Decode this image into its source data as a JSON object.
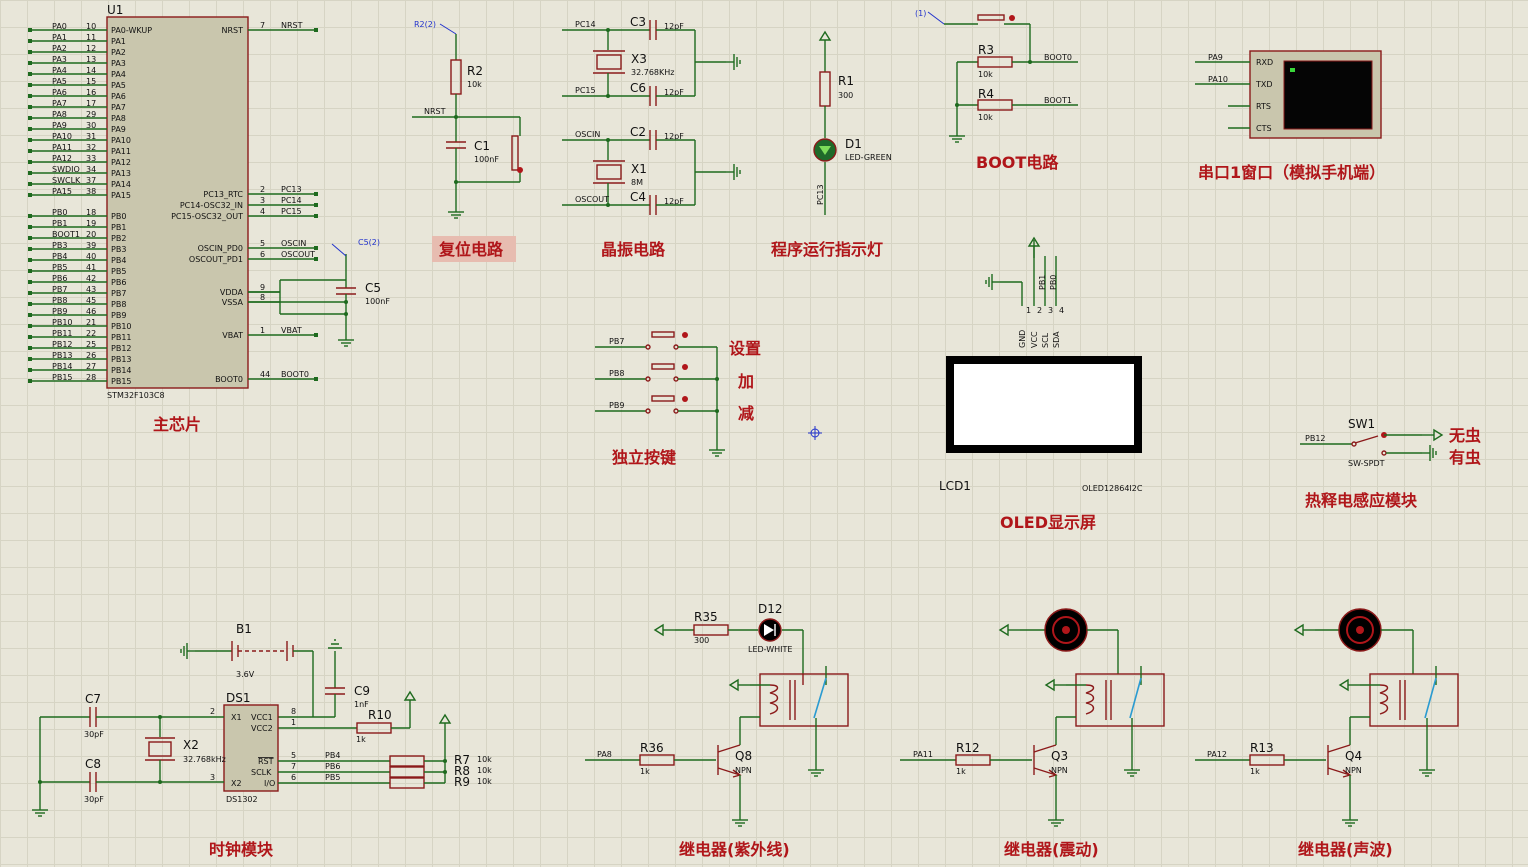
{
  "u1": {
    "ref": "U1",
    "part": "STM32F103C8",
    "left_pins": [
      {
        "net": "PA0",
        "num": "10",
        "name": "PA0-WKUP"
      },
      {
        "net": "PA1",
        "num": "11",
        "name": "PA1"
      },
      {
        "net": "PA2",
        "num": "12",
        "name": "PA2"
      },
      {
        "net": "PA3",
        "num": "13",
        "name": "PA3"
      },
      {
        "net": "PA4",
        "num": "14",
        "name": "PA4"
      },
      {
        "net": "PA5",
        "num": "15",
        "name": "PA5"
      },
      {
        "net": "PA6",
        "num": "16",
        "name": "PA6"
      },
      {
        "net": "PA7",
        "num": "17",
        "name": "PA7"
      },
      {
        "net": "PA8",
        "num": "29",
        "name": "PA8"
      },
      {
        "net": "PA9",
        "num": "30",
        "name": "PA9"
      },
      {
        "net": "PA10",
        "num": "31",
        "name": "PA10"
      },
      {
        "net": "PA11",
        "num": "32",
        "name": "PA11"
      },
      {
        "net": "PA12",
        "num": "33",
        "name": "PA12"
      },
      {
        "net": "SWDIO",
        "num": "34",
        "name": "PA13"
      },
      {
        "net": "SWCLK",
        "num": "37",
        "name": "PA14"
      },
      {
        "net": "PA15",
        "num": "38",
        "name": "PA15"
      },
      {
        "net": "PB0",
        "num": "18",
        "name": "PB0"
      },
      {
        "net": "PB1",
        "num": "19",
        "name": "PB1"
      },
      {
        "net": "BOOT1",
        "num": "20",
        "name": "PB2"
      },
      {
        "net": "PB3",
        "num": "39",
        "name": "PB3"
      },
      {
        "net": "PB4",
        "num": "40",
        "name": "PB4"
      },
      {
        "net": "PB5",
        "num": "41",
        "name": "PB5"
      },
      {
        "net": "PB6",
        "num": "42",
        "name": "PB6"
      },
      {
        "net": "PB7",
        "num": "43",
        "name": "PB7"
      },
      {
        "net": "PB8",
        "num": "45",
        "name": "PB8"
      },
      {
        "net": "PB9",
        "num": "46",
        "name": "PB9"
      },
      {
        "net": "PB10",
        "num": "21",
        "name": "PB10"
      },
      {
        "net": "PB11",
        "num": "22",
        "name": "PB11"
      },
      {
        "net": "PB12",
        "num": "25",
        "name": "PB12"
      },
      {
        "net": "PB13",
        "num": "26",
        "name": "PB13"
      },
      {
        "net": "PB14",
        "num": "27",
        "name": "PB14"
      },
      {
        "net": "PB15",
        "num": "28",
        "name": "PB15"
      }
    ],
    "right_pins": [
      {
        "name": "NRST",
        "num": "7",
        "net": "NRST"
      },
      {
        "name": "PC13_RTC",
        "num": "2",
        "net": "PC13"
      },
      {
        "name": "PC14-OSC32_IN",
        "num": "3",
        "net": "PC14"
      },
      {
        "name": "PC15-OSC32_OUT",
        "num": "4",
        "net": "PC15"
      },
      {
        "name": "OSCIN_PD0",
        "num": "5",
        "net": "OSCIN"
      },
      {
        "name": "OSCOUT_PD1",
        "num": "6",
        "net": "OSCOUT"
      },
      {
        "name": "VDDA",
        "num": "9",
        "net": ""
      },
      {
        "name": "VSSA",
        "num": "8",
        "net": ""
      },
      {
        "name": "VBAT",
        "num": "1",
        "net": "VBAT"
      },
      {
        "name": "BOOT0",
        "num": "44",
        "net": "BOOT0"
      }
    ]
  },
  "titles": {
    "main_chip": "主芯片",
    "reset": "复位电路",
    "crystal": "晶振电路",
    "led_indicator": "程序运行指示灯",
    "boot": "BOOT电路",
    "uart": "串口1窗口（模拟手机端）",
    "keys": "独立按键",
    "oled": "OLED显示屏",
    "pir": "热释电感应模块",
    "clock": "时钟模块",
    "relay_uv": "继电器(紫外线)",
    "relay_vib": "继电器(震动)",
    "relay_sonic": "继电器(声波)"
  },
  "reset": {
    "probe": "R2(2)",
    "r_ref": "R2",
    "r_val": "10k",
    "c_ref": "C1",
    "c_val": "100nF",
    "net": "NRST"
  },
  "c5": {
    "probe": "C5(2)",
    "ref": "C5",
    "val": "100nF"
  },
  "crystal": {
    "c3_ref": "C3",
    "c3_val": "12pF",
    "x3_ref": "X3",
    "x3_val": "32.768KHz",
    "c6_ref": "C6",
    "c6_val": "12pF",
    "c2_ref": "C2",
    "c2_val": "12pF",
    "x1_ref": "X1",
    "x1_val": "8M",
    "c4_ref": "C4",
    "c4_val": "12pF",
    "net_pc14": "PC14",
    "net_pc15": "PC15",
    "net_oscin": "OSCIN",
    "net_oscout": "OSCOUT"
  },
  "led": {
    "r_ref": "R1",
    "r_val": "300",
    "d_ref": "D1",
    "d_val": "LED-GREEN",
    "net": "PC13"
  },
  "boot": {
    "probe": "(1)",
    "r3_ref": "R3",
    "r3_val": "10k",
    "r4_ref": "R4",
    "r4_val": "10k",
    "net0": "BOOT0",
    "net1": "BOOT1"
  },
  "uart": {
    "net_rx": "PA9",
    "net_tx": "PA10",
    "pins": [
      "RXD",
      "TXD",
      "RTS",
      "CTS"
    ]
  },
  "keys": {
    "nets": [
      "PB7",
      "PB8",
      "PB9"
    ],
    "labels": [
      "设置",
      "加",
      "减"
    ]
  },
  "oled": {
    "ref": "LCD1",
    "part": "OLED12864I2C",
    "pins": [
      "GND",
      "VCC",
      "SCL",
      "SDA"
    ],
    "pin_nums": [
      "1",
      "2",
      "3",
      "4"
    ],
    "nets": [
      "PB1",
      "PB0"
    ]
  },
  "pir": {
    "ref": "SW1",
    "part": "SW-SPDT",
    "net": "PB12",
    "label_on": "无虫",
    "label_off": "有虫"
  },
  "clock": {
    "b1_ref": "B1",
    "b1_val": "3.6V",
    "c9_ref": "C9",
    "c9_val": "1nF",
    "r10_ref": "R10",
    "r10_val": "1k",
    "c7_ref": "C7",
    "c7_val": "30pF",
    "c8_ref": "C8",
    "c8_val": "30pF",
    "x2_ref": "X2",
    "x2_val": "32.768kHz",
    "ds_ref": "DS1",
    "ds_part": "DS1302",
    "ds_pins": [
      {
        "name": "X1",
        "num": "2"
      },
      {
        "name": "X2",
        "num": "3"
      },
      {
        "name": "VCC1",
        "num": "8"
      },
      {
        "name": "VCC2",
        "num": "1"
      },
      {
        "name": "RST",
        "num": "5"
      },
      {
        "name": "SCLK",
        "num": "7"
      },
      {
        "name": "I/O",
        "num": "6"
      }
    ],
    "nets": [
      "PB4",
      "PB6",
      "PB5"
    ],
    "rs": [
      {
        "ref": "R7",
        "val": "10k"
      },
      {
        "ref": "R8",
        "val": "10k"
      },
      {
        "ref": "R9",
        "val": "10k"
      }
    ]
  },
  "relay_uv": {
    "r35_ref": "R35",
    "r35_val": "300",
    "d12_ref": "D12",
    "d12_val": "LED-WHITE",
    "r_ref": "R36",
    "r_val": "1k",
    "q_ref": "Q8",
    "q_val": "NPN",
    "net": "PA8"
  },
  "relay_vib": {
    "r_ref": "R12",
    "r_val": "1k",
    "q_ref": "Q3",
    "q_val": "NPN",
    "net": "PA11"
  },
  "relay_sonic": {
    "r_ref": "R13",
    "r_val": "1k",
    "q_ref": "Q4",
    "q_val": "NPN",
    "net": "PA12"
  }
}
